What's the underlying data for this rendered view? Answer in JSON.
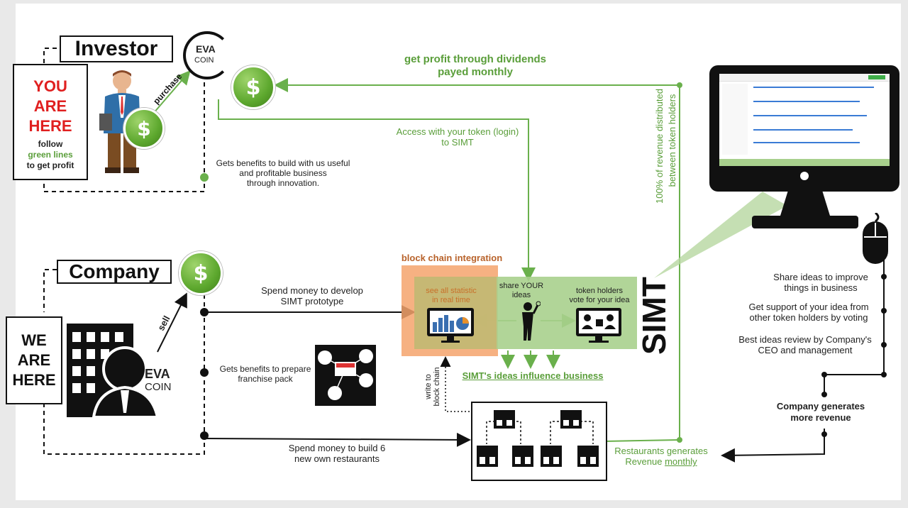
{
  "investor": {
    "title": "Investor",
    "you_are_here": [
      "YOU",
      "ARE",
      "HERE"
    ],
    "follow_lines": [
      "follow",
      "green lines",
      "to get profit"
    ],
    "purchase_label": "purchase",
    "dollar_symbol": "$",
    "benefits_text": [
      "Gets benefits to build with us useful",
      "and profitable business",
      "through innovation."
    ]
  },
  "eva_coin": {
    "line1": "EVA",
    "line2": "COIN"
  },
  "profit": {
    "line1": "get profit through dividends",
    "line2": "payed monthly"
  },
  "access": {
    "line1": "Access with your token (login)",
    "line2": "to SIMT"
  },
  "revenue_distribution": {
    "line1": "100% of revenue distributed",
    "line2": "between token holders"
  },
  "company": {
    "title": "Company",
    "we_are_here": [
      "WE",
      "ARE",
      "HERE"
    ],
    "sell_label": "sell",
    "spend_prototype": [
      "Spend money to develop",
      "SIMT prototype"
    ],
    "franchise": [
      "Gets benefits to prepare",
      "franchise pack"
    ],
    "spend_restaurants": [
      "Spend money to build 6",
      "new own restaurants"
    ]
  },
  "blockchain": {
    "title": "block chain integration",
    "statistic": [
      "see all statistic",
      "in real time"
    ]
  },
  "simt": {
    "label": "SIMT",
    "share": [
      "share YOUR",
      "ideas"
    ],
    "vote": [
      "token holders",
      "vote for your idea"
    ],
    "influence": "SIMT's ideas influence business",
    "write_chain": [
      "write to",
      "block chain"
    ]
  },
  "restaurants_revenue": {
    "line1": "Restaurants generates",
    "line2_a": "Revenue",
    "line2_b": "monthly"
  },
  "right_side": {
    "share_ideas": [
      "Share ideas to improve",
      "things in business"
    ],
    "support": [
      "Get support of your idea from",
      "other token holders by voting"
    ],
    "review": [
      "Best ideas review by Company's",
      "CEO and management"
    ],
    "generates": [
      "Company generates",
      "more revenue"
    ]
  },
  "colors": {
    "accent_green": "#5a9e3a",
    "line_green": "#6ab04c",
    "orange": "#f4a36c",
    "light_green": "#a8d08d",
    "dark": "#111111"
  },
  "icons": [
    "dollar-coin-icon",
    "investor-person-icon",
    "building-icon",
    "businessman-icon",
    "chart-monitor-icon",
    "person-idea-icon",
    "voting-monitor-icon",
    "restaurant-network-icon",
    "store-icon",
    "computer-monitor-icon",
    "mouse-icon"
  ]
}
